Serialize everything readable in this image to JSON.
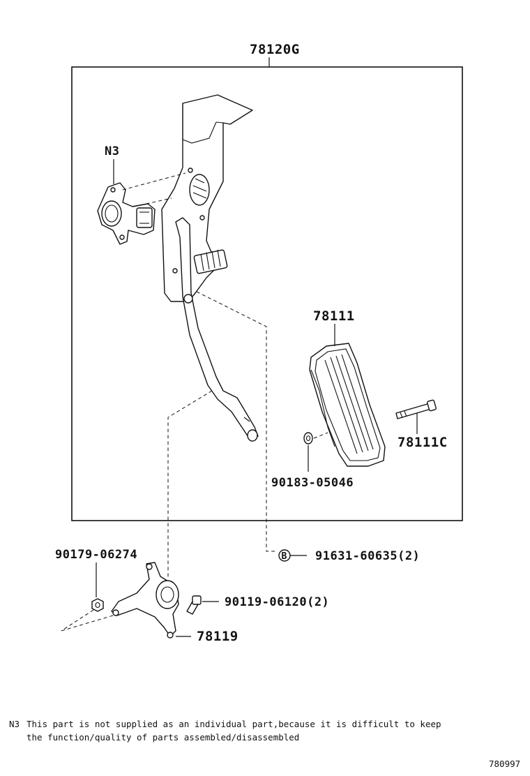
{
  "assembly": {
    "part_no": "78120G"
  },
  "parts": {
    "sensor_note_ref": "N3",
    "pedal_pad": "78111",
    "pad_bolt": "78111C",
    "pad_washer": "90183-05046",
    "bracket_nut": "90179-06274",
    "bracket_bolt_ref": "B",
    "bracket_bolt": "91631-60635(2)",
    "bracket_screw": "90119-06120(2)",
    "stopper_bracket": "78119"
  },
  "note": {
    "marker": "N3",
    "line1": "This part is not supplied as an individual part,because it is difficult to keep",
    "line2": "the function/quality of parts assembled/disassembled"
  },
  "diagram_id": "780997"
}
